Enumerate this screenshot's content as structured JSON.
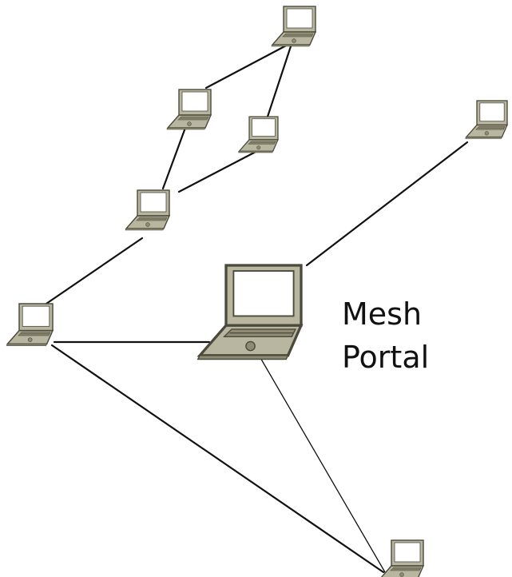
{
  "portal": {
    "label_line1": "Mesh",
    "label_line2": "Portal"
  },
  "colors": {
    "body": "#b9b69f",
    "body_dark": "#8e8b72",
    "outline": "#4a4a3c",
    "screen": "#ffffff",
    "line": "#111111"
  },
  "nodes": [
    {
      "id": "laptop-top",
      "icon": "laptop-icon"
    },
    {
      "id": "laptop-upper-left",
      "icon": "laptop-icon"
    },
    {
      "id": "laptop-upper-mid",
      "icon": "laptop-icon"
    },
    {
      "id": "laptop-middle-left",
      "icon": "laptop-icon"
    },
    {
      "id": "laptop-far-left",
      "icon": "laptop-icon"
    },
    {
      "id": "laptop-far-right",
      "icon": "laptop-icon"
    },
    {
      "id": "laptop-portal",
      "icon": "laptop-icon"
    },
    {
      "id": "laptop-bottom",
      "icon": "laptop-icon"
    }
  ],
  "links": [
    [
      "laptop-top",
      "laptop-upper-left"
    ],
    [
      "laptop-top",
      "laptop-upper-mid"
    ],
    [
      "laptop-upper-left",
      "laptop-middle-left"
    ],
    [
      "laptop-upper-mid",
      "laptop-middle-left"
    ],
    [
      "laptop-middle-left",
      "laptop-far-left"
    ],
    [
      "laptop-far-left",
      "laptop-portal"
    ],
    [
      "laptop-far-right",
      "laptop-portal"
    ],
    [
      "laptop-far-left",
      "laptop-bottom"
    ],
    [
      "laptop-portal",
      "laptop-bottom"
    ]
  ]
}
